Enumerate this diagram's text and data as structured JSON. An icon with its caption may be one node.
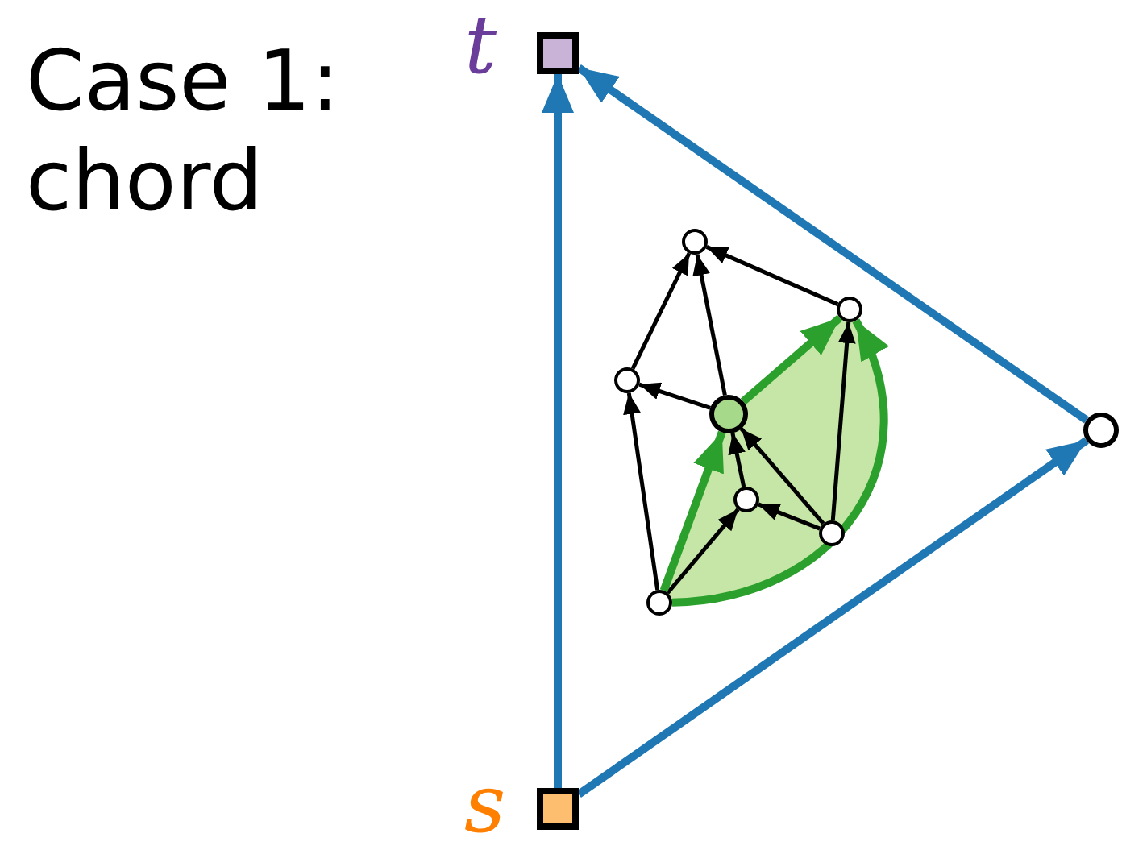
{
  "diagram": {
    "nodes": [
      {
        "text": [],
        "shape": "box",
        "beside": [
          "t"
        ]
      },
      {
        "text": [],
        "shape": "circle"
      },
      {
        "text": [],
        "shape": "circle"
      },
      {
        "text": [],
        "shape": "circle"
      },
      {
        "text": [],
        "shape": "circle"
      },
      {
        "text": [],
        "shape": "circle"
      },
      {
        "text": [],
        "shape": "circle"
      },
      {
        "text": [],
        "shape": "circle"
      },
      {
        "text": [],
        "shape": "circle"
      },
      {
        "text": [],
        "shape": "box",
        "beside": [
          "s"
        ]
      }
    ],
    "edges": [
      {
        "from": 9,
        "to": 0,
        "arrow": "to",
        "style": "thick",
        "color": "#1f77b4"
      },
      {
        "from": 5,
        "to": 0,
        "arrow": "to",
        "style": "thick",
        "color": "#1f77b4"
      },
      {
        "from": 9,
        "to": 5,
        "arrow": "to",
        "style": "thick",
        "color": "#1f77b4"
      },
      {
        "from": 2,
        "to": 1,
        "arrow": "to"
      },
      {
        "from": 3,
        "to": 1,
        "arrow": "to"
      },
      {
        "from": 4,
        "to": 1,
        "arrow": "to"
      },
      {
        "from": 4,
        "to": 3,
        "arrow": "to"
      },
      {
        "from": 8,
        "to": 3,
        "arrow": "to"
      },
      {
        "from": 6,
        "to": 4,
        "arrow": "to"
      },
      {
        "from": 7,
        "to": 4,
        "arrow": "to"
      },
      {
        "from": 7,
        "to": 6,
        "arrow": "to"
      },
      {
        "from": 7,
        "to": 2,
        "arrow": "to"
      },
      {
        "from": 8,
        "to": 6,
        "arrow": "to"
      },
      {
        "from": 8,
        "to": 4,
        "arrow": "to",
        "style": "thick",
        "color": "#2ca02c"
      },
      {
        "from": 4,
        "to": 2,
        "arrow": "to",
        "style": "thick",
        "color": "#2ca02c"
      },
      {
        "from": 8,
        "to": 2,
        "arrow": "to",
        "style": "thick",
        "color": "#2ca02c"
      }
    ],
    "labels": [
      "Case 1: chord"
    ]
  }
}
